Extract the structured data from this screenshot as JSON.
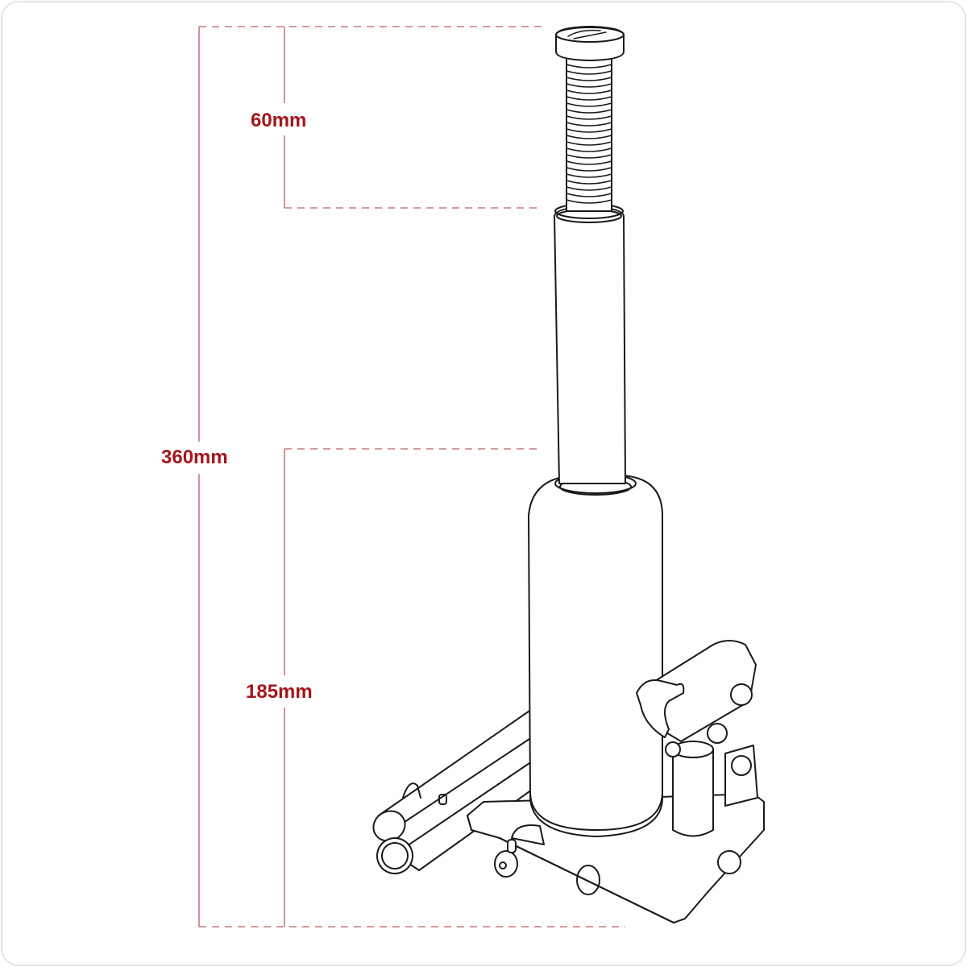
{
  "diagram": {
    "subject": "Hydraulic bottle jack",
    "accent_color": "#a3161b",
    "dimension_line_color": "#c97a7d",
    "outline_color": "#1a1a1a"
  },
  "dimensions": {
    "total_height": {
      "label": "360mm"
    },
    "extension_screw": {
      "label": "60mm"
    },
    "closed_body_height": {
      "label": "185mm"
    }
  }
}
